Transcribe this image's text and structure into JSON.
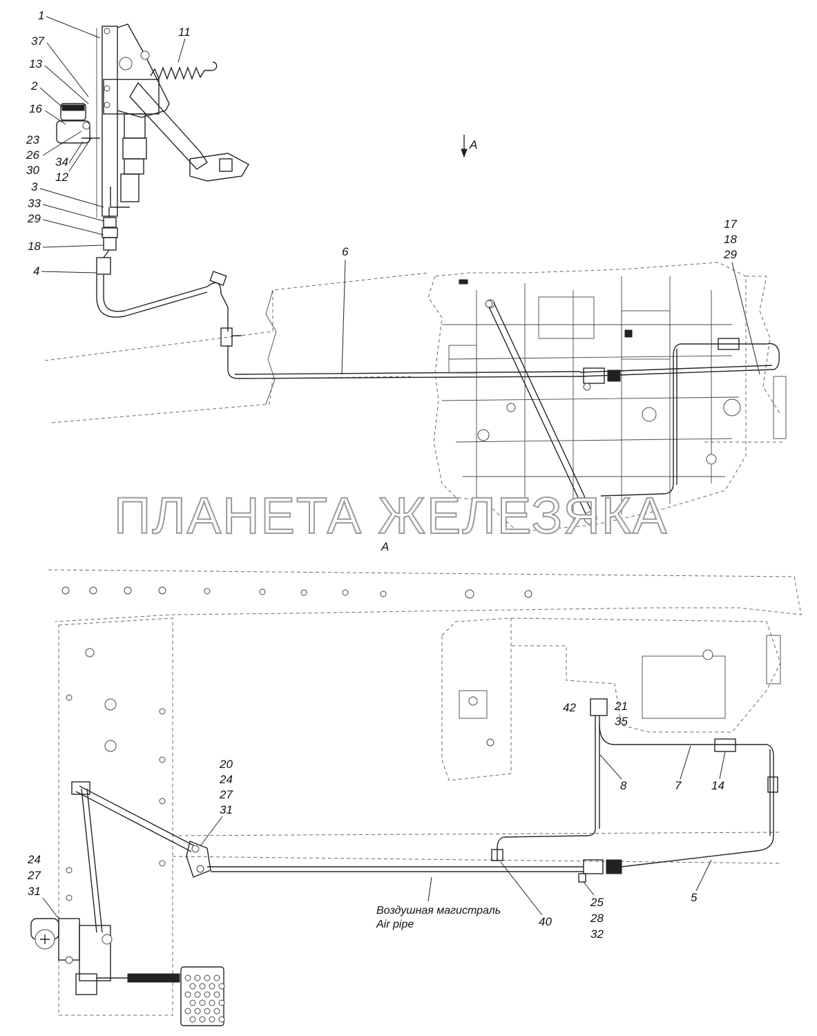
{
  "watermark": "ПЛАНЕТА ЖЕЛЕЗЯКА",
  "views": {
    "arrow_label": "A",
    "section_label": "A"
  },
  "air_pipe": {
    "label_ru": "Воздушная магистраль",
    "label_en": "Air pipe"
  },
  "callouts_top": {
    "c1": "1",
    "c37": "37",
    "c13": "13",
    "c2": "2",
    "c16": "16",
    "c23": "23",
    "c26": "26",
    "c34": "34",
    "c12": "12",
    "c30": "30",
    "c3": "3",
    "c33": "33",
    "c29": "29",
    "c18": "18",
    "c4": "4",
    "c11": "11",
    "c6": "6",
    "group_right": [
      "17",
      "18",
      "29"
    ]
  },
  "callouts_bottom": {
    "c42": "42",
    "group_21": [
      "21",
      "35"
    ],
    "c8": "8",
    "c7": "7",
    "c14": "14",
    "group_20": [
      "20",
      "24",
      "27",
      "31"
    ],
    "group_24": [
      "24",
      "27",
      "31"
    ],
    "c40": "40",
    "group_25": [
      "25",
      "28",
      "32"
    ],
    "c5": "5"
  }
}
